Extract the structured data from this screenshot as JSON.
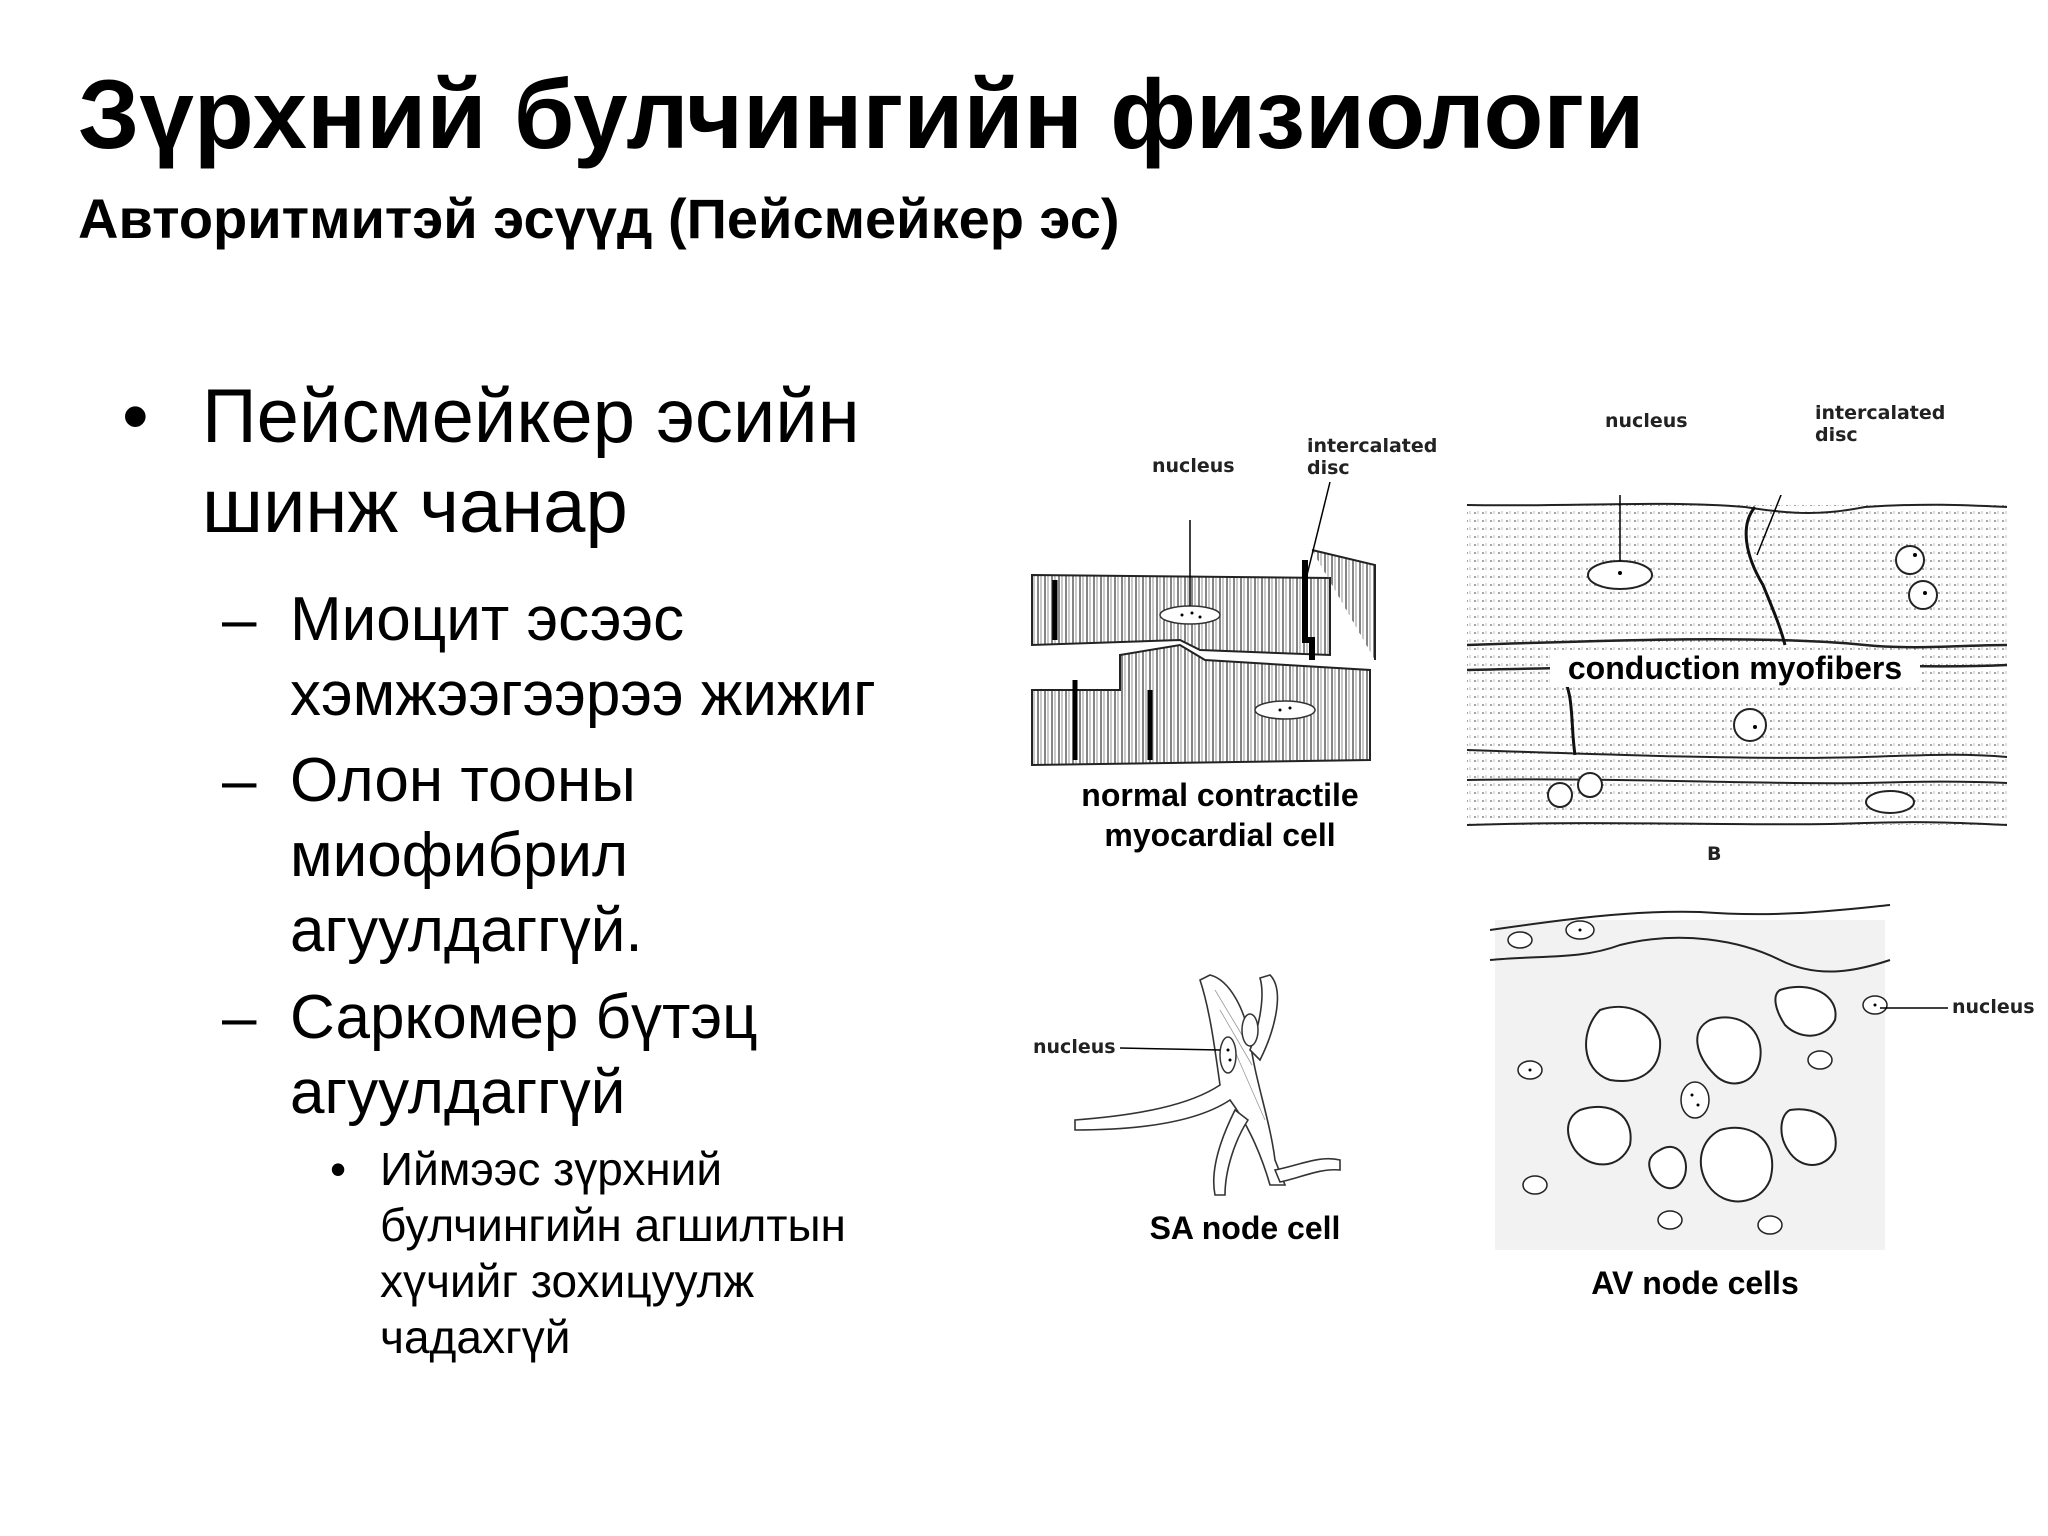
{
  "slide": {
    "title": "Зүрхний булчингийн  физиологи",
    "subtitle": "Авторитмитэй эсүүд (Пейсмейкер эс)"
  },
  "bullets": {
    "level1": {
      "marker": "•",
      "text_line1": "Пейсмейкер эсийн",
      "text_line2": "шинж чанар"
    },
    "level2": [
      {
        "marker": "–",
        "lines": [
          "Миоцит эсээс",
          "хэмжээгээрээ жижиг"
        ]
      },
      {
        "marker": "–",
        "lines": [
          "Олон тооны",
          "миофибрил",
          "агуулдаггүй."
        ]
      },
      {
        "marker": "–",
        "lines": [
          "Саркомер бүтэц",
          "агуулдаггүй"
        ]
      }
    ],
    "level3": {
      "marker": "•",
      "lines": [
        "Иймээс зүрхний",
        "булчингийн агшилтын",
        "хүчийг зохицуулж",
        "чадахгүй"
      ]
    }
  },
  "figures": {
    "panel_a": {
      "caption_line1": "normal contractile",
      "caption_line2": "myocardial cell",
      "label_nucleus": "nucleus",
      "label_disc_line1": "intercalated",
      "label_disc_line2": "disc"
    },
    "panel_b": {
      "caption": "conduction myofibers",
      "label_nucleus": "nucleus",
      "label_disc_line1": "intercalated",
      "label_disc_line2": "disc",
      "panel_letter": "B"
    },
    "panel_c": {
      "caption": "SA node cell",
      "label_nucleus": "nucleus"
    },
    "panel_d": {
      "caption": "AV node cells",
      "label_nucleus": "nucleus"
    }
  }
}
